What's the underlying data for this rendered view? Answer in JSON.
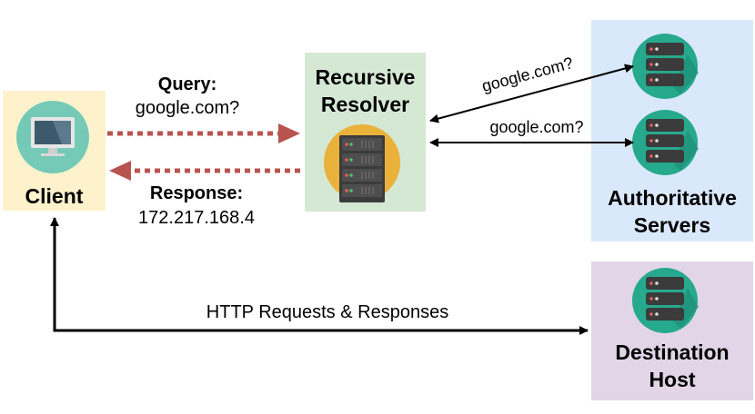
{
  "client": {
    "label": "Client"
  },
  "resolver": {
    "title_line1": "Recursive",
    "title_line2": "Resolver"
  },
  "authoritative": {
    "title_line1": "Authoritative",
    "title_line2": "Servers"
  },
  "destination": {
    "title_line1": "Destination",
    "title_line2": "Host"
  },
  "query": {
    "label": "Query:",
    "value": "google.com?"
  },
  "response": {
    "label": "Response:",
    "value": "172.217.168.4"
  },
  "resolver_queries": {
    "upper": "google.com?",
    "lower": "google.com?"
  },
  "http": {
    "label": "HTTP Requests & Responses"
  },
  "colors": {
    "client_bg": "#fdf2cc",
    "resolver_bg": "#d5e8d4",
    "authoritative_bg": "#dae8fc",
    "destination_bg": "#e1d5e7",
    "dotted_arrow": "#b85450",
    "server_circle": "#26a98d",
    "resolver_circle": "#eab13b",
    "server_rack": "#3b3b3b"
  }
}
